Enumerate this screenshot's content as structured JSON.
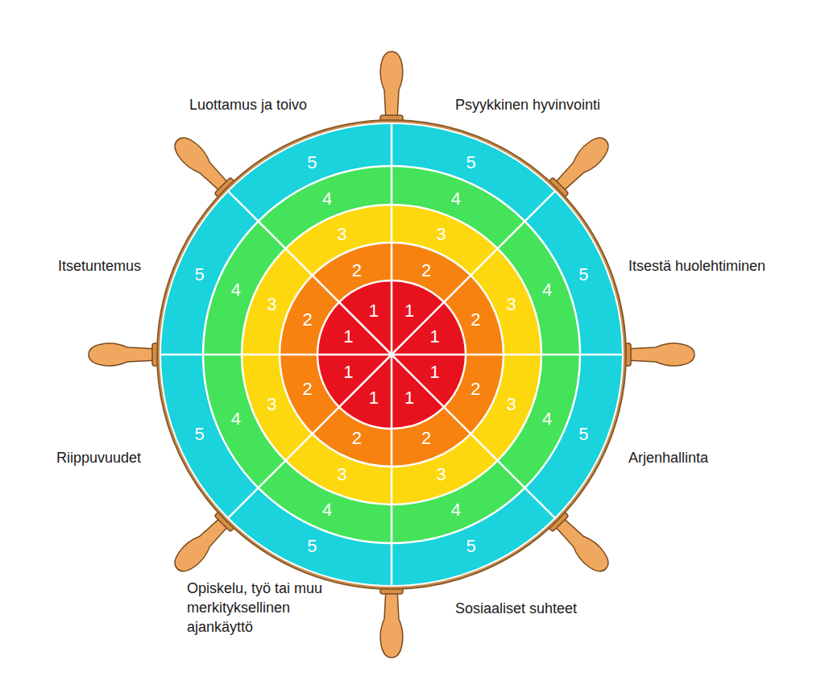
{
  "diagram": {
    "labels": [
      "Luottamus ja toivo",
      "Psyykkinen hyvinvointi",
      "Itsetuntemus",
      "Itsestä huolehtiminen",
      "Riippuvuudet",
      "Arjenhallinta",
      "Opiskelu, työ tai muu merkityksellinen ajankäyttö",
      "Sosiaaliset suhteet",
      "1",
      "2",
      "3",
      "4",
      "5",
      "1",
      "2",
      "3",
      "4",
      "5",
      "1",
      "2",
      "3",
      "4",
      "5",
      "1",
      "2",
      "3",
      "4",
      "5",
      "1",
      "2",
      "3",
      "4",
      "5",
      "1",
      "2",
      "3",
      "4",
      "5",
      "1",
      "2",
      "3",
      "4",
      "5",
      "1",
      "2",
      "3",
      "4",
      "5"
    ]
  }
}
